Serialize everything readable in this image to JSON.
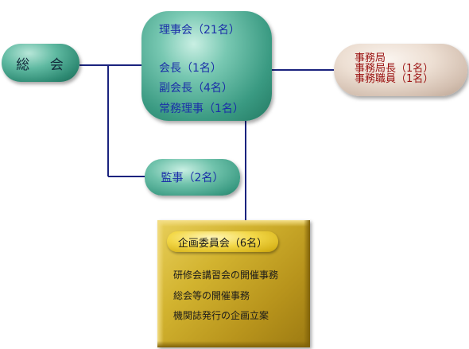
{
  "general_assembly": {
    "label": "総 会"
  },
  "board": {
    "title": "理事会（21名）",
    "members": [
      "会長（1名）",
      "副会長（4名）",
      "常務理事（1名）"
    ]
  },
  "secretariat": {
    "lines": [
      "事務局",
      "事務局長（1名）",
      "事務職員（1名）"
    ]
  },
  "auditors": {
    "label": "監事（2名）"
  },
  "planning_committee": {
    "title": "企画委員会（6名）",
    "tasks": [
      "研修会講習会の開催事務",
      "総会等の開催事務",
      "機関誌発行の企画立案"
    ]
  },
  "colors": {
    "connector": "#1a237e",
    "teal_node": "#3a9a82",
    "beige_node": "#e6d6c9",
    "gold_box": "#c8a52a",
    "blue_text": "#1b2fa8",
    "red_text": "#9a1010"
  }
}
